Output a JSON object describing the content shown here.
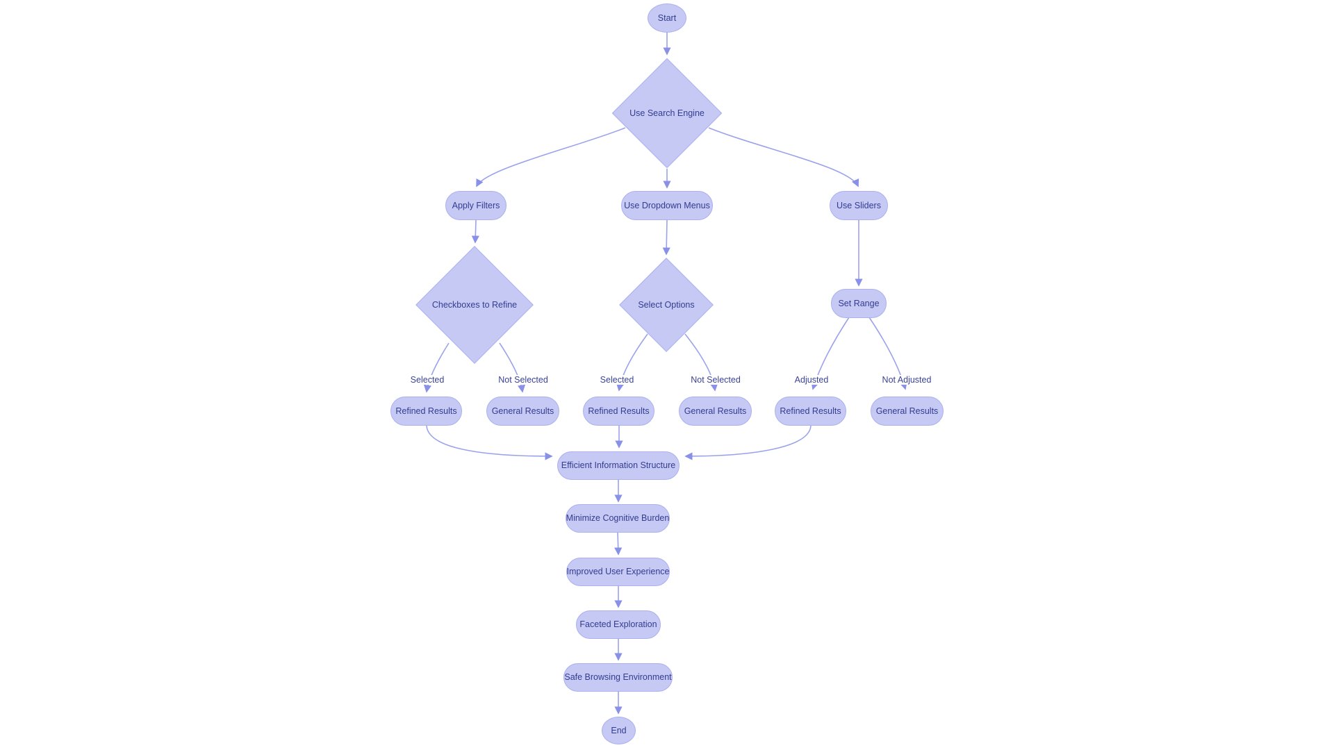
{
  "diagram": {
    "type": "flowchart",
    "background_color": "#ffffff",
    "node_fill_color": "#c6c9f4",
    "node_border_color": "#aab0f0",
    "node_text_color": "#323c90",
    "edge_line_color": "#9ba2ec",
    "arrowhead_color": "#8890e8",
    "edge_label_color": "#3a4398",
    "nodes": [
      {
        "id": "start",
        "label": "Start",
        "shape": "stadium"
      },
      {
        "id": "use-search-engine",
        "label": "Use Search Engine",
        "shape": "diamond"
      },
      {
        "id": "apply-filters",
        "label": "Apply Filters",
        "shape": "stadium"
      },
      {
        "id": "use-dropdown-menus",
        "label": "Use Dropdown Menus",
        "shape": "stadium"
      },
      {
        "id": "use-sliders",
        "label": "Use Sliders",
        "shape": "stadium"
      },
      {
        "id": "checkboxes-to-refine",
        "label": "Checkboxes to Refine",
        "shape": "diamond"
      },
      {
        "id": "select-options",
        "label": "Select Options",
        "shape": "diamond"
      },
      {
        "id": "set-range",
        "label": "Set Range",
        "shape": "stadium"
      },
      {
        "id": "refined-results-1",
        "label": "Refined Results",
        "shape": "stadium"
      },
      {
        "id": "general-results-1",
        "label": "General Results",
        "shape": "stadium"
      },
      {
        "id": "refined-results-2",
        "label": "Refined Results",
        "shape": "stadium"
      },
      {
        "id": "general-results-2",
        "label": "General Results",
        "shape": "stadium"
      },
      {
        "id": "refined-results-3",
        "label": "Refined Results",
        "shape": "stadium"
      },
      {
        "id": "general-results-3",
        "label": "General Results",
        "shape": "stadium"
      },
      {
        "id": "efficient-information-structure",
        "label": "Efficient Information Structure",
        "shape": "stadium"
      },
      {
        "id": "minimize-cognitive-burden",
        "label": "Minimize Cognitive Burden",
        "shape": "stadium"
      },
      {
        "id": "improved-user-experience",
        "label": "Improved User Experience",
        "shape": "stadium"
      },
      {
        "id": "faceted-exploration",
        "label": "Faceted Exploration",
        "shape": "stadium"
      },
      {
        "id": "safe-browsing-environment",
        "label": "Safe Browsing Environment",
        "shape": "stadium"
      },
      {
        "id": "end",
        "label": "End",
        "shape": "stadium"
      }
    ],
    "edges": [
      {
        "from": "start",
        "to": "use-search-engine"
      },
      {
        "from": "use-search-engine",
        "to": "apply-filters"
      },
      {
        "from": "use-search-engine",
        "to": "use-dropdown-menus"
      },
      {
        "from": "use-search-engine",
        "to": "use-sliders"
      },
      {
        "from": "apply-filters",
        "to": "checkboxes-to-refine"
      },
      {
        "from": "use-dropdown-menus",
        "to": "select-options"
      },
      {
        "from": "use-sliders",
        "to": "set-range"
      },
      {
        "from": "checkboxes-to-refine",
        "to": "refined-results-1",
        "label": "Selected"
      },
      {
        "from": "checkboxes-to-refine",
        "to": "general-results-1",
        "label": "Not Selected"
      },
      {
        "from": "select-options",
        "to": "refined-results-2",
        "label": "Selected"
      },
      {
        "from": "select-options",
        "to": "general-results-2",
        "label": "Not Selected"
      },
      {
        "from": "set-range",
        "to": "refined-results-3",
        "label": "Adjusted"
      },
      {
        "from": "set-range",
        "to": "general-results-3",
        "label": "Not Adjusted"
      },
      {
        "from": "refined-results-1",
        "to": "efficient-information-structure"
      },
      {
        "from": "refined-results-2",
        "to": "efficient-information-structure"
      },
      {
        "from": "refined-results-3",
        "to": "efficient-information-structure"
      },
      {
        "from": "efficient-information-structure",
        "to": "minimize-cognitive-burden"
      },
      {
        "from": "minimize-cognitive-burden",
        "to": "improved-user-experience"
      },
      {
        "from": "improved-user-experience",
        "to": "faceted-exploration"
      },
      {
        "from": "faceted-exploration",
        "to": "safe-browsing-environment"
      },
      {
        "from": "safe-browsing-environment",
        "to": "end"
      }
    ]
  }
}
